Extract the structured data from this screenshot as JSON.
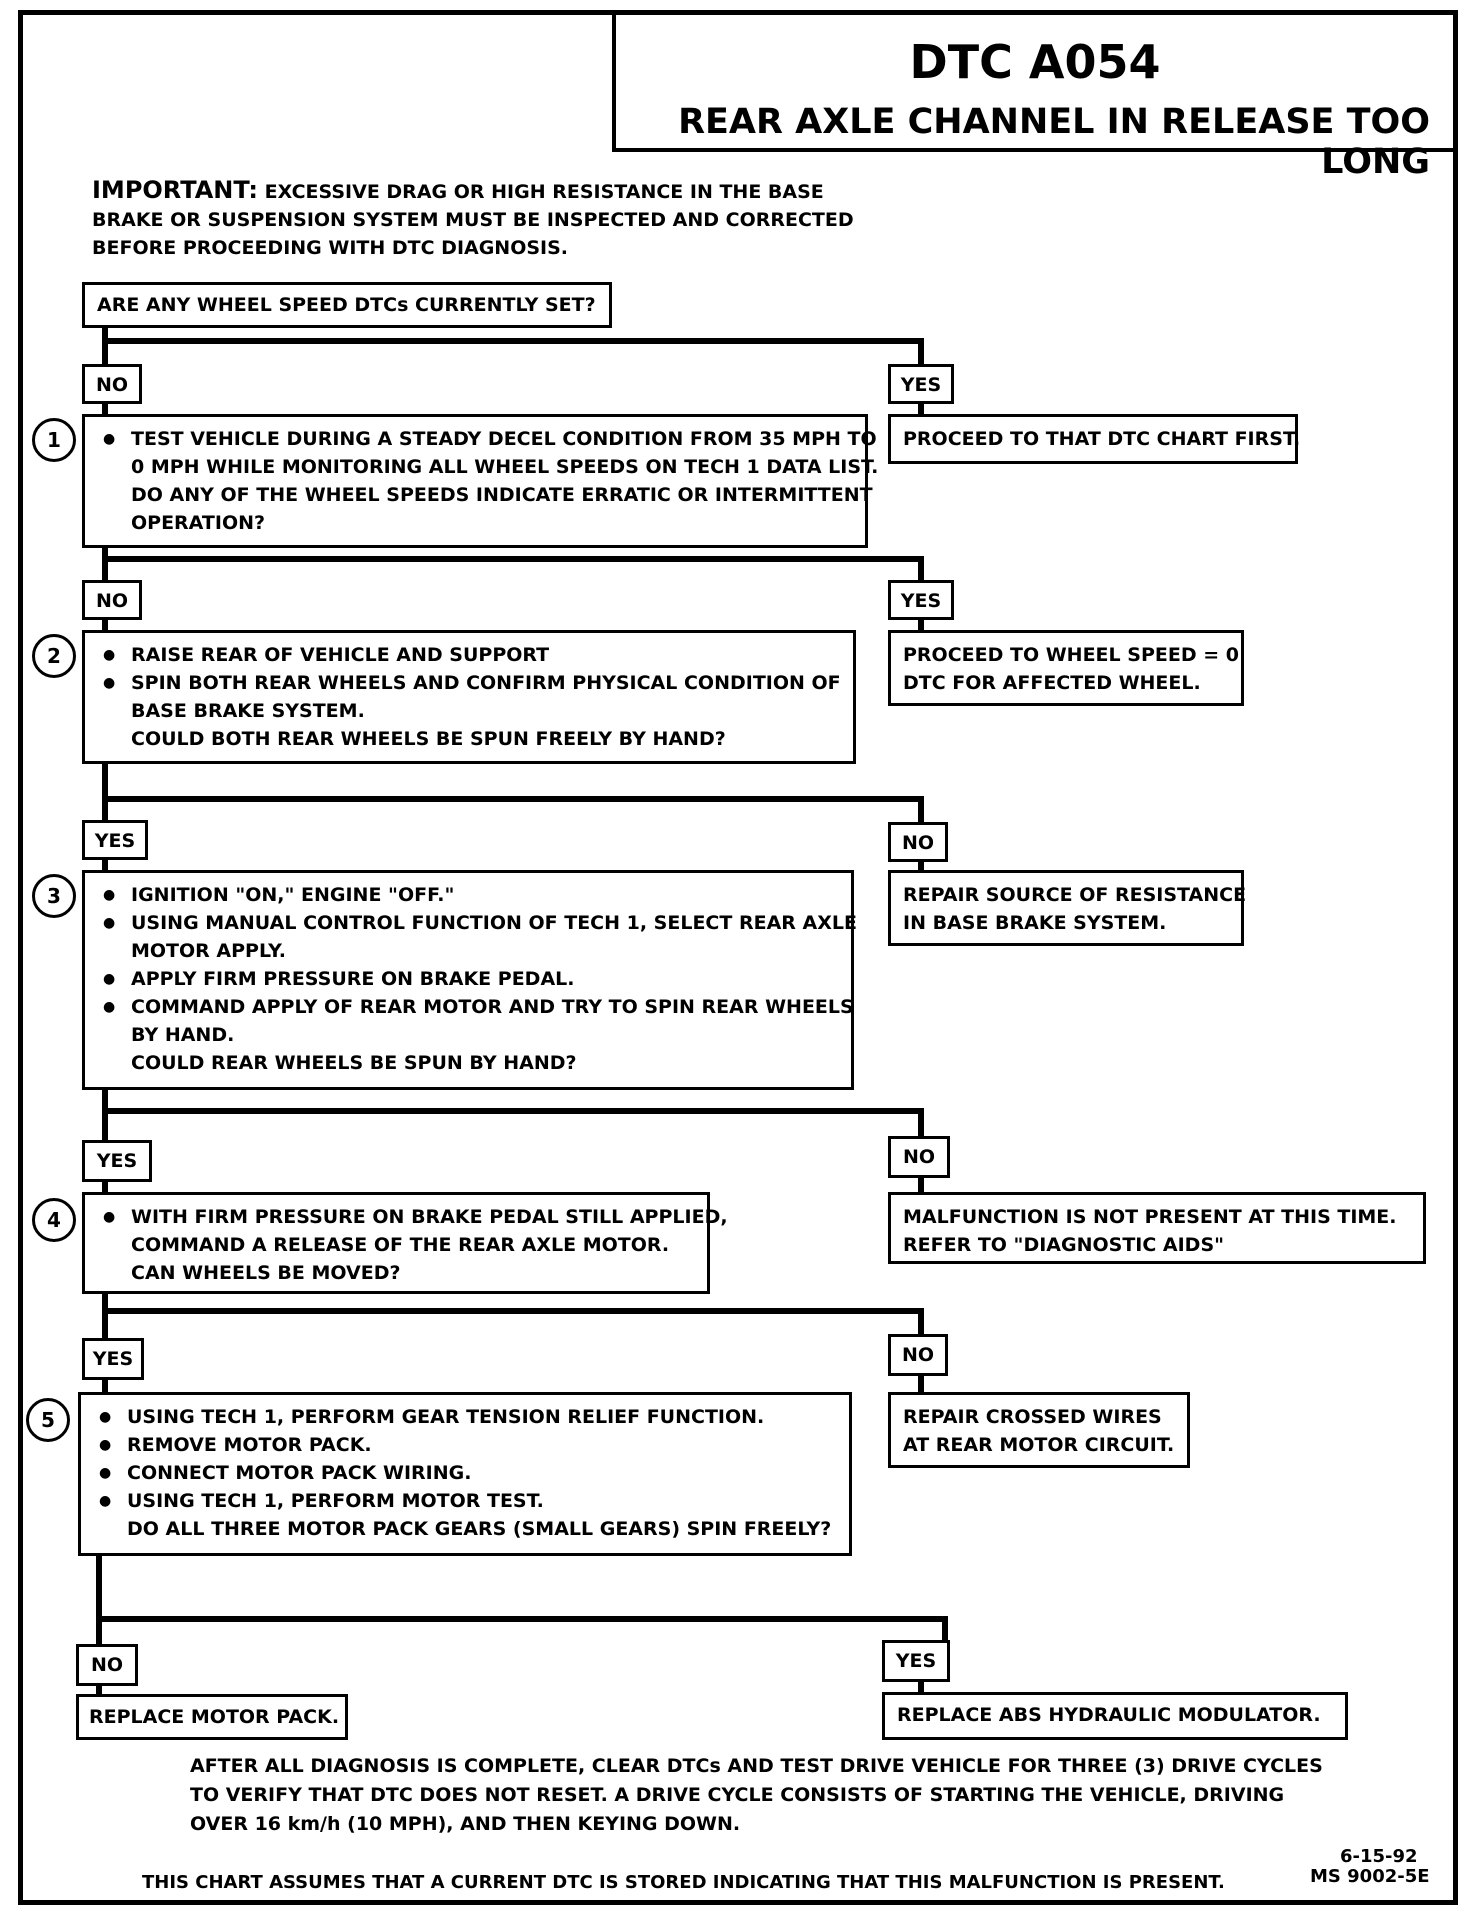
{
  "title": "DTC A054",
  "subtitle": "REAR AXLE CHANNEL IN RELEASE TOO LONG",
  "important": {
    "lead": "IMPORTANT:",
    "lines": [
      "EXCESSIVE DRAG OR HIGH RESISTANCE IN THE BASE",
      "BRAKE OR SUSPENSION SYSTEM MUST BE INSPECTED AND CORRECTED",
      "BEFORE PROCEEDING WITH DTC DIAGNOSIS."
    ]
  },
  "start_question": "ARE ANY WHEEL SPEED DTCs CURRENTLY SET?",
  "labels": {
    "no": "NO",
    "yes": "YES"
  },
  "steps": [
    {
      "number": "1",
      "items": [
        {
          "bullet": true,
          "text": "TEST VEHICLE DURING A STEADY DECEL CONDITION FROM 35 MPH TO"
        },
        {
          "bullet": false,
          "text": "0 MPH WHILE MONITORING ALL WHEEL SPEEDS ON TECH 1 DATA LIST."
        },
        {
          "bullet": false,
          "text": "DO ANY OF THE WHEEL SPEEDS INDICATE ERRATIC OR INTERMITTENT"
        },
        {
          "bullet": false,
          "text": "OPERATION?"
        }
      ]
    },
    {
      "number": "2",
      "items": [
        {
          "bullet": true,
          "text": "RAISE REAR OF VEHICLE AND SUPPORT"
        },
        {
          "bullet": true,
          "text": "SPIN BOTH REAR WHEELS AND CONFIRM PHYSICAL CONDITION OF"
        },
        {
          "bullet": false,
          "text": "BASE BRAKE SYSTEM."
        },
        {
          "bullet": false,
          "text": "COULD BOTH REAR WHEELS BE SPUN FREELY BY HAND?"
        }
      ]
    },
    {
      "number": "3",
      "items": [
        {
          "bullet": true,
          "text": "IGNITION \"ON,\" ENGINE \"OFF.\""
        },
        {
          "bullet": true,
          "text": "USING MANUAL CONTROL FUNCTION OF TECH 1, SELECT REAR AXLE"
        },
        {
          "bullet": false,
          "text": "MOTOR APPLY."
        },
        {
          "bullet": true,
          "text": "APPLY FIRM PRESSURE ON BRAKE PEDAL."
        },
        {
          "bullet": true,
          "text": "COMMAND APPLY OF REAR MOTOR AND TRY TO SPIN REAR WHEELS"
        },
        {
          "bullet": false,
          "text": "BY HAND."
        },
        {
          "bullet": false,
          "text": "COULD REAR WHEELS BE SPUN BY HAND?"
        }
      ]
    },
    {
      "number": "4",
      "items": [
        {
          "bullet": true,
          "text": "WITH FIRM PRESSURE ON BRAKE PEDAL STILL APPLIED,"
        },
        {
          "bullet": false,
          "text": "COMMAND A RELEASE OF THE REAR AXLE MOTOR."
        },
        {
          "bullet": false,
          "text": "CAN WHEELS BE MOVED?"
        }
      ]
    },
    {
      "number": "5",
      "items": [
        {
          "bullet": true,
          "text": "USING TECH 1, PERFORM GEAR TENSION RELIEF FUNCTION."
        },
        {
          "bullet": true,
          "text": "REMOVE MOTOR PACK."
        },
        {
          "bullet": true,
          "text": "CONNECT MOTOR PACK WIRING."
        },
        {
          "bullet": true,
          "text": "USING TECH 1, PERFORM MOTOR TEST."
        },
        {
          "bullet": false,
          "text": "DO ALL THREE MOTOR PACK GEARS (SMALL GEARS) SPIN FREELY?"
        }
      ]
    }
  ],
  "results": {
    "r0": [
      "PROCEED TO THAT DTC CHART FIRST."
    ],
    "r1": [
      "PROCEED TO WHEEL SPEED = 0",
      "DTC FOR AFFECTED WHEEL."
    ],
    "r2": [
      "REPAIR SOURCE OF RESISTANCE",
      "IN BASE BRAKE SYSTEM."
    ],
    "r3": [
      "MALFUNCTION IS NOT PRESENT AT THIS TIME.",
      "REFER TO \"DIAGNOSTIC AIDS\""
    ],
    "r4": [
      "REPAIR CROSSED WIRES",
      "AT REAR MOTOR CIRCUIT."
    ],
    "r5_no": [
      "REPLACE MOTOR PACK."
    ],
    "r5_yes": [
      "REPLACE ABS HYDRAULIC MODULATOR."
    ]
  },
  "after_note": [
    "AFTER ALL DIAGNOSIS IS COMPLETE, CLEAR DTCs AND TEST DRIVE VEHICLE FOR THREE (3) DRIVE CYCLES",
    "TO VERIFY THAT DTC DOES NOT RESET.  A DRIVE CYCLE CONSISTS OF STARTING THE VEHICLE, DRIVING",
    "OVER 16 km/h (10 MPH), AND THEN KEYING DOWN."
  ],
  "footer": "THIS CHART ASSUMES THAT A CURRENT DTC IS STORED INDICATING THAT THIS MALFUNCTION IS PRESENT.",
  "date": "6-15-92",
  "doc_code": "MS 9002-5E"
}
